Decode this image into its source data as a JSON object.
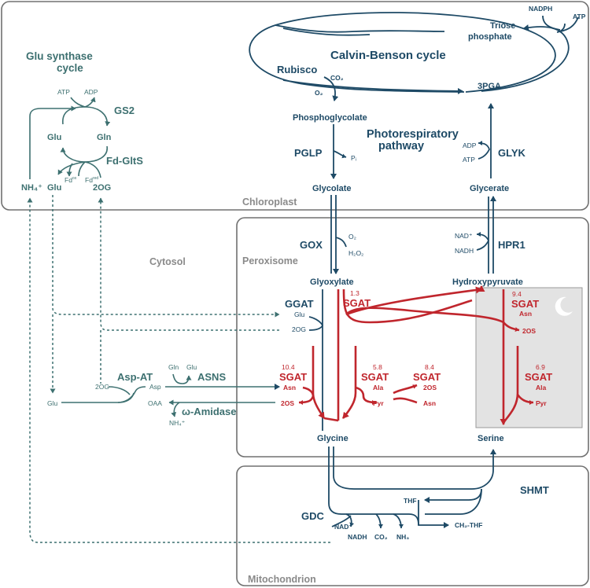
{
  "compartments": {
    "chloroplast": "Chloroplast",
    "cytosol": "Cytosol",
    "peroxisome": "Peroxisome",
    "mitochondrion": "Mitochondrion"
  },
  "titles": {
    "glu_synthase_line1": "Glu synthase",
    "glu_synthase_line2": "cycle",
    "calvin": "Calvin-Benson cycle",
    "photoresp_line1": "Photorespiratory",
    "photoresp_line2": "pathway"
  },
  "calvin": {
    "nadph": "NADPH",
    "atp": "ATP",
    "triose_line1": "Triose",
    "triose_line2": "phosphate",
    "rubisco": "Rubisco",
    "co2": "CO₂",
    "o2": "O₂",
    "pga": "3PGA"
  },
  "glu_cycle": {
    "atp": "ATP",
    "adp": "ADP",
    "gs2": "GS2",
    "glu_top": "Glu",
    "gln": "Gln",
    "fd_gltS": "Fd-GltS",
    "fd_ox": "Fd",
    "ox_sup": "ox",
    "fd_red": "Fd",
    "red_sup": "red",
    "glu_bottom": "Glu",
    "og": "2OG",
    "nh4": "NH₄⁺"
  },
  "photoresp": {
    "phosphoglycolate": "Phosphoglycolate",
    "pglp": "PGLP",
    "pi": "Pᵢ",
    "glycolate": "Glycolate",
    "gox": "GOX",
    "o2": "O₂",
    "h2o2": "H₂O₂",
    "glyoxylate": "Glyoxylate",
    "glyk": "GLYK",
    "glyk_adp": "ADP",
    "glyk_atp": "ATP",
    "glycerate": "Glycerate",
    "hpr1": "HPR1",
    "nad": "NAD⁺",
    "nadh": "NADH",
    "hydroxypyruvate": "Hydroxypyruvate",
    "glycine": "Glycine",
    "serine": "Serine"
  },
  "peroxisome_reactions": {
    "ggat": "GGAT",
    "ggat_glu": "Glu",
    "ggat_2og": "2OG",
    "sgat_label": "SGAT",
    "sgat_top_value": "1.3",
    "sgat_asn_value": "10.4",
    "sgat_asn_sub": "Asn",
    "sgat_asn_prod": "2OS",
    "sgat_ala_value": "5.8",
    "sgat_ala_sub": "Ala",
    "sgat_ala_prod": "Pyr",
    "sgat_2os_value": "8.4",
    "sgat_2os_sub": "2OS",
    "sgat_2os_prod": "Asn",
    "sgat_night1_value": "9.4",
    "sgat_night1_sub": "Asn",
    "sgat_night1_prod": "2OS",
    "sgat_night2_value": "6.9",
    "sgat_night2_sub": "Ala",
    "sgat_night2_prod": "Pyr"
  },
  "cytosol_reactions": {
    "asp_at": "Asp-AT",
    "og": "2OG",
    "asp": "Asp",
    "gln": "Gln",
    "glu": "Glu",
    "asns": "ASNS",
    "glu_left": "Glu",
    "oaa": "OAA",
    "amidase": "ω-Amidase",
    "nh4": "NH₄⁺"
  },
  "mito_reactions": {
    "shmt": "SHMT",
    "thf": "THF",
    "ch2thf": "CH₂-THF",
    "gdc": "GDC",
    "nad": "NAD⁺",
    "nadh": "NADH",
    "co2": "CO₂",
    "nh3": "NH₃"
  },
  "colors": {
    "dark_blue": "#1e4a66",
    "teal": "#3d7070",
    "red": "#c0262d",
    "compartment_border": "#707070",
    "night_shade": "#e3e3e3"
  },
  "icons": {
    "night": "crescent-moon-icon"
  }
}
